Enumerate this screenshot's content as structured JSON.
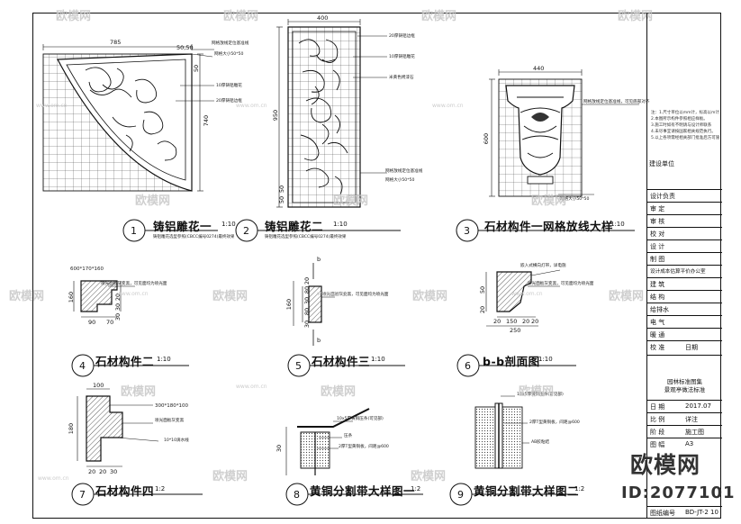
{
  "details": [
    {
      "num": "1",
      "title": "铸铝雕花一",
      "scale": "1:10",
      "subtitle": "铸铝雕花选型参照(CBCC编号0274)最终效果"
    },
    {
      "num": "2",
      "title": "铸铝雕花二",
      "scale": "1:10",
      "subtitle": "铸铝雕花选型参照(CBCC编号0274)最终效果"
    },
    {
      "num": "3",
      "title": "石材构件一网格放线大样",
      "scale": "1:10",
      "subtitle": ""
    },
    {
      "num": "4",
      "title": "石材构件二",
      "scale": "1:10",
      "subtitle": ""
    },
    {
      "num": "5",
      "title": "石材构件三",
      "scale": "1:10",
      "subtitle": ""
    },
    {
      "num": "6",
      "title": "b-b剖面图",
      "scale": "1:10",
      "subtitle": ""
    },
    {
      "num": "7",
      "title": "石材构件四",
      "scale": "1:2",
      "subtitle": ""
    },
    {
      "num": "8",
      "title": "黄铜分割带大样图一",
      "scale": "1:2",
      "subtitle": ""
    },
    {
      "num": "9",
      "title": "黄铜分割带大样图二",
      "scale": "1:2",
      "subtitle": ""
    }
  ],
  "dims": {
    "d1_width": "785",
    "d1_height": "740",
    "d1_s1": "50",
    "d1_s2": "50",
    "d1_s3": "50,50",
    "d2_width": "400",
    "d2_height": "950",
    "d2_s1": "50",
    "d2_s2": "50",
    "d3_width": "440",
    "d3_height": "600",
    "d4_spec": "600*170*160",
    "d4_a": "90",
    "d4_b": "70",
    "d4_c": "160",
    "d4_d": "20",
    "d4_e": "30",
    "d4_f": "30",
    "d5_a": "80",
    "d5_b": "160",
    "d5_c": "20",
    "d5_d": "30",
    "d5_e": "80",
    "d5_f": "30",
    "d6_a": "150",
    "d6_b": "250",
    "d6_c": "20",
    "d6_d": "20",
    "d6_e": "20",
    "d6_f": "50",
    "d6_g": "20",
    "d7_spec": "300*180*100",
    "d7_a": "100",
    "d7_b": "180",
    "d7_c": "20",
    "d7_d": "20",
    "d7_e": "30",
    "d8_a": "30",
    "b_mark": "b"
  },
  "annotations": {
    "d1_a": "网格放线定位基准线",
    "d1_b": "网格大小50*50",
    "d1_c": "10厚铸铝雕花",
    "d1_d": "20厚铸铝边框",
    "d2_a": "20厚铸铝边框",
    "d2_b": "10厚铸铝雕花",
    "d2_c": "米黄色烤漆石",
    "d2_d": "网格放线定位基准线",
    "d2_e": "网格大小50*50",
    "d3_a": "网格放线定位基准线，可见底部对齐",
    "d3_b": "网格大小50*50",
    "d4_a": "喷光面板灰变黑，可见面均为喷光面",
    "d5_a": "喷光面板灰变黑，可见面均为喷光面",
    "d6_a": "嵌入式横向灯带，详电施",
    "d6_b": "喷光面板灰变黑，可见面均为喷光面",
    "d7_a": "喷光面板灰变黑",
    "d7_b": "10*10滴水线",
    "d8_a": "10x5厚黄铜压条(可见部)",
    "d8_b": "压条",
    "d8_c": "2厚T型黄铜板，间距@600",
    "d9_a": "10x5厚黄铜压条(可见部)",
    "d9_b": "2厚T型黄铜板，间距@600",
    "d9_c": "AB胶粘结"
  },
  "title_block": {
    "notes": [
      "注：1.尺寸单位以mm计，标高以m计。",
      "2.本图所示构件参照相应样板。",
      "3.施工时如有不明请与设计师联系",
      "4.未尽事宜请按国家相关规范执行。",
      "5.以上各项需经相关部门批准后方可施工。"
    ],
    "build_label": "建设单位",
    "rows": [
      {
        "label": "设计负责",
        "value": ""
      },
      {
        "label": "审  定",
        "value": ""
      },
      {
        "label": "审  核",
        "value": ""
      },
      {
        "label": "校  对",
        "value": ""
      },
      {
        "label": "设  计",
        "value": ""
      },
      {
        "label": "制  图",
        "value": ""
      },
      {
        "label": "设计成本估算平价办公室",
        "value": ""
      },
      {
        "label": "建  筑",
        "value": ""
      },
      {
        "label": "结  构",
        "value": ""
      },
      {
        "label": "给排水",
        "value": ""
      },
      {
        "label": "电  气",
        "value": ""
      },
      {
        "label": "暖  通",
        "value": ""
      },
      {
        "label": "校  准",
        "value": "日期"
      }
    ],
    "atlas_line1": "园林标准图集",
    "atlas_line2": "景观亭做法标准",
    "info_rows": [
      {
        "label": "日  期",
        "value": "2017.07"
      },
      {
        "label": "比  例",
        "value": "详注"
      },
      {
        "label": "阶  段",
        "value": "施工图"
      },
      {
        "label": "图  幅",
        "value": "A3"
      },
      {
        "label": "图纸编号",
        "value": "BD-JT-2 10"
      }
    ]
  },
  "watermarks": {
    "site": "欧模网",
    "url": "www.om.cn"
  },
  "brand": {
    "name": "欧模网",
    "id": "ID:2077101"
  }
}
